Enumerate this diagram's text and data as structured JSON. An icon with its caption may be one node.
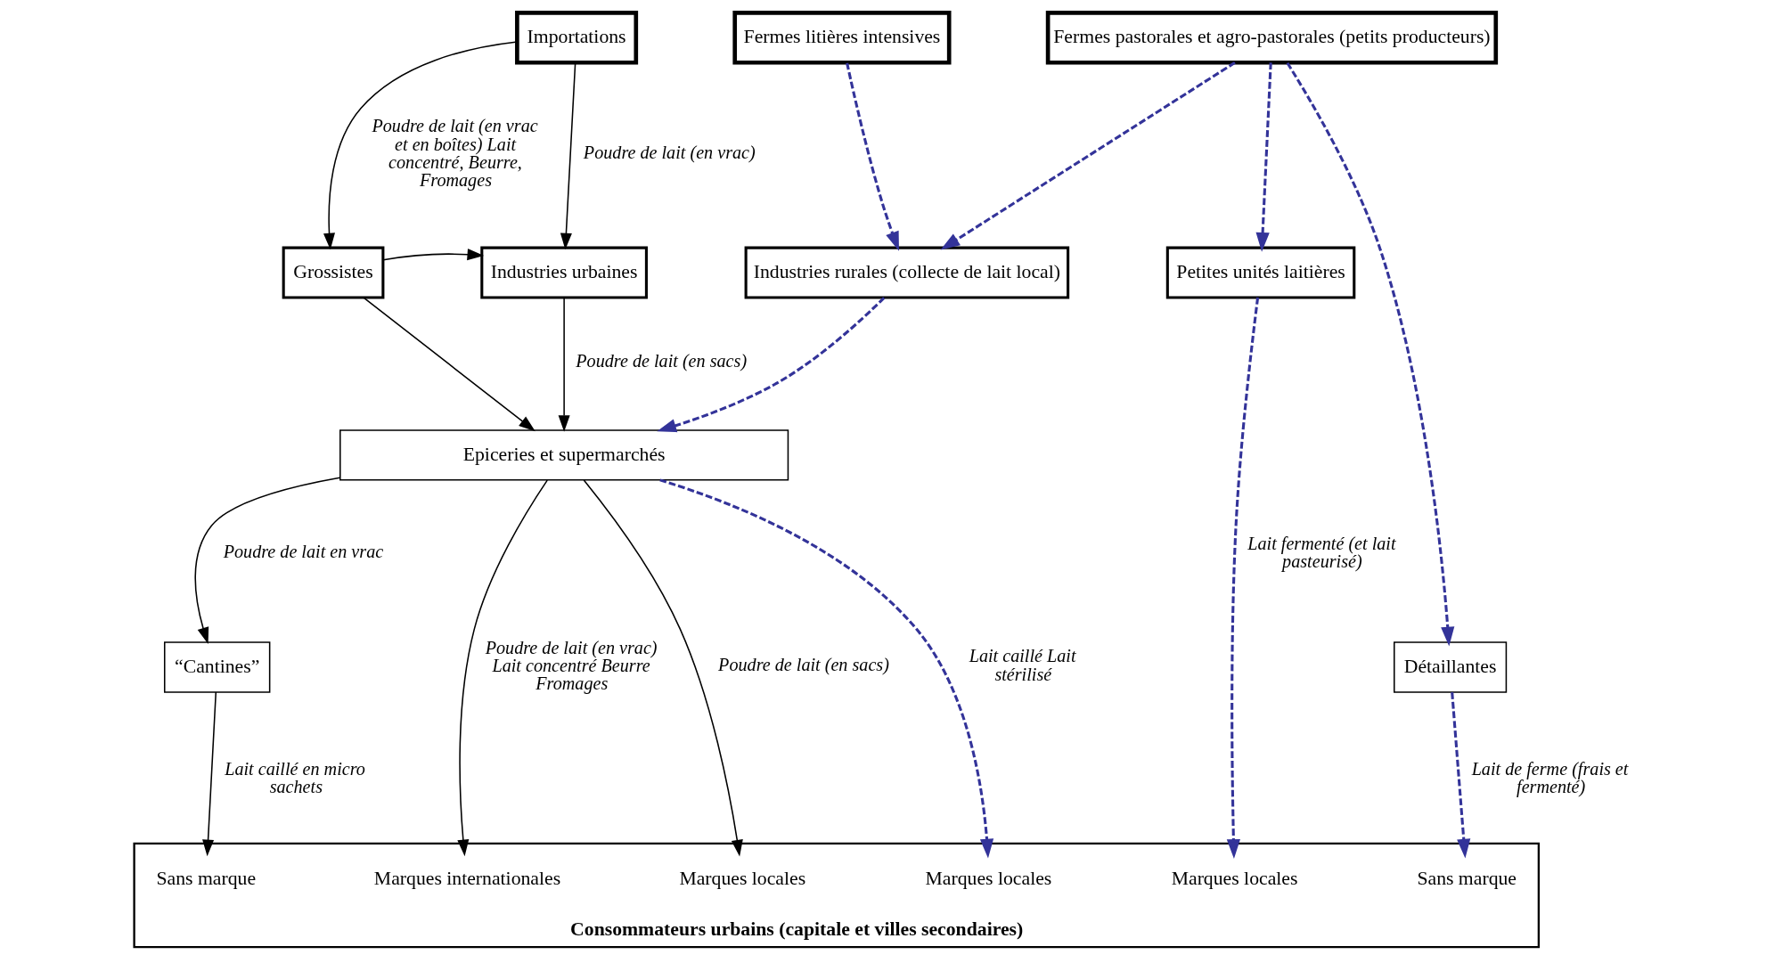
{
  "diagram": {
    "nodes": [
      {
        "text": [
          "Importations"
        ]
      },
      {
        "text": [
          "Fermes litières intensives"
        ]
      },
      {
        "text": [
          "Fermes pastorales et agro-pastorales (petits producteurs)"
        ]
      },
      {
        "text": [
          "Grossistes"
        ]
      },
      {
        "text": [
          "Industries urbaines"
        ]
      },
      {
        "text": [
          "Industries rurales (collecte de lait local)"
        ]
      },
      {
        "text": [
          "Petites unités laitières"
        ]
      },
      {
        "text": [
          "Epiceries et supermarchés"
        ]
      },
      {
        "text": [
          "“Cantines”"
        ]
      },
      {
        "text": [
          "Détaillantes"
        ]
      },
      {
        "text": [
          "Consommateurs urbains (capitale et villes secondaires)"
        ]
      },
      {
        "text": [
          "Sans marque"
        ],
        "in": 10
      },
      {
        "text": [
          "Marques internationales"
        ],
        "in": 10
      },
      {
        "text": [
          "Marques locales"
        ],
        "in": 10
      },
      {
        "text": [
          "Marques locales"
        ],
        "in": 10
      },
      {
        "text": [
          "Marques locales"
        ],
        "in": 10
      },
      {
        "text": [
          "Sans marque"
        ],
        "in": 10
      }
    ],
    "edges": [
      {
        "from": 0,
        "to": 3,
        "arrow": "to",
        "label": "Poudre de lait (en vrac et en boîtes) Lait concentré, Beurre, Fromages"
      },
      {
        "from": 0,
        "to": 4,
        "arrow": "to",
        "label": "Poudre de lait (en vrac)"
      },
      {
        "from": 1,
        "to": 5,
        "arrow": "to",
        "style": "dashed",
        "color": "#333399"
      },
      {
        "from": 2,
        "to": 5,
        "arrow": "to",
        "style": "dashed",
        "color": "#333399"
      },
      {
        "from": 2,
        "to": 6,
        "arrow": "to",
        "style": "dashed",
        "color": "#333399"
      },
      {
        "from": 2,
        "to": 9,
        "arrow": "to",
        "style": "dashed",
        "color": "#333399"
      },
      {
        "from": 3,
        "to": 4,
        "arrow": "to"
      },
      {
        "from": 3,
        "to": 7,
        "arrow": "to"
      },
      {
        "from": 4,
        "to": 7,
        "arrow": "to",
        "label": "Poudre de lait (en sacs)"
      },
      {
        "from": 5,
        "to": 7,
        "arrow": "to",
        "style": "dashed",
        "color": "#333399"
      },
      {
        "from": 7,
        "to": 8,
        "arrow": "to",
        "label": "Poudre de lait en vrac"
      },
      {
        "from": 7,
        "to": 12,
        "arrow": "to",
        "label": "Poudre de lait (en vrac) Lait concentré Beurre Fromages"
      },
      {
        "from": 7,
        "to": 13,
        "arrow": "to",
        "label": "Poudre de lait (en sacs)"
      },
      {
        "from": 7,
        "to": 14,
        "arrow": "to",
        "style": "dashed",
        "color": "#333399",
        "label": "Lait caillé Lait stérilisé"
      },
      {
        "from": 8,
        "to": 11,
        "arrow": "to",
        "label": "Lait caillé en micro sachets"
      },
      {
        "from": 6,
        "to": 15,
        "arrow": "to",
        "style": "dashed",
        "color": "#333399",
        "label": "Lait fermenté (et lait pasteurisé)"
      },
      {
        "from": 9,
        "to": 16,
        "arrow": "to",
        "style": "dashed",
        "color": "#333399",
        "label": "Lait de ferme (frais et fermenté)"
      }
    ]
  }
}
